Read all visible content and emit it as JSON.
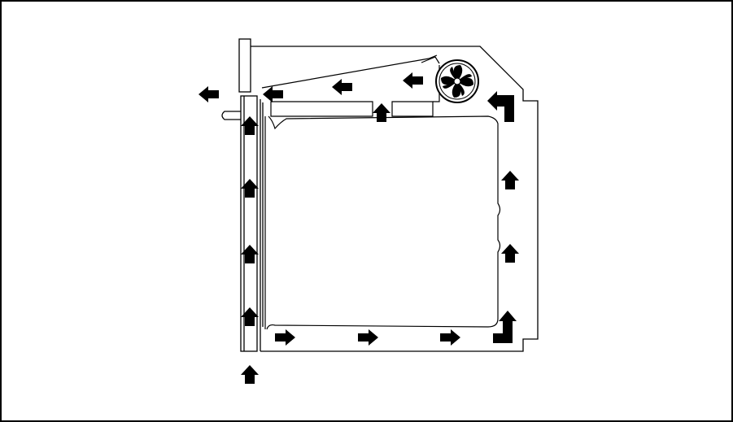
{
  "diagram": {
    "colors": {
      "background": "#ffffff",
      "line": "#000000",
      "arrow": "#000000"
    },
    "components": [
      "outer-housing",
      "front-door-panel",
      "inner-cavity",
      "fan"
    ],
    "airflow_arrows": [
      {
        "id": "inlet-bottom",
        "direction": "up"
      },
      {
        "id": "door-channel-1",
        "direction": "up"
      },
      {
        "id": "door-channel-2",
        "direction": "up"
      },
      {
        "id": "door-channel-3",
        "direction": "up"
      },
      {
        "id": "door-channel-4",
        "direction": "up"
      },
      {
        "id": "bottom-duct-1",
        "direction": "right"
      },
      {
        "id": "bottom-duct-2",
        "direction": "right"
      },
      {
        "id": "bottom-duct-3",
        "direction": "right"
      },
      {
        "id": "corner-bottom-right",
        "direction": "right-then-up"
      },
      {
        "id": "rear-duct-1",
        "direction": "up"
      },
      {
        "id": "rear-duct-2",
        "direction": "up"
      },
      {
        "id": "corner-top-right",
        "direction": "up-then-left"
      },
      {
        "id": "fan-outlet",
        "direction": "left"
      },
      {
        "id": "top-duct-1",
        "direction": "left"
      },
      {
        "id": "top-duct-2",
        "direction": "left"
      },
      {
        "id": "exhaust-outlet",
        "direction": "left"
      },
      {
        "id": "cavity-inlet",
        "direction": "up"
      }
    ]
  }
}
